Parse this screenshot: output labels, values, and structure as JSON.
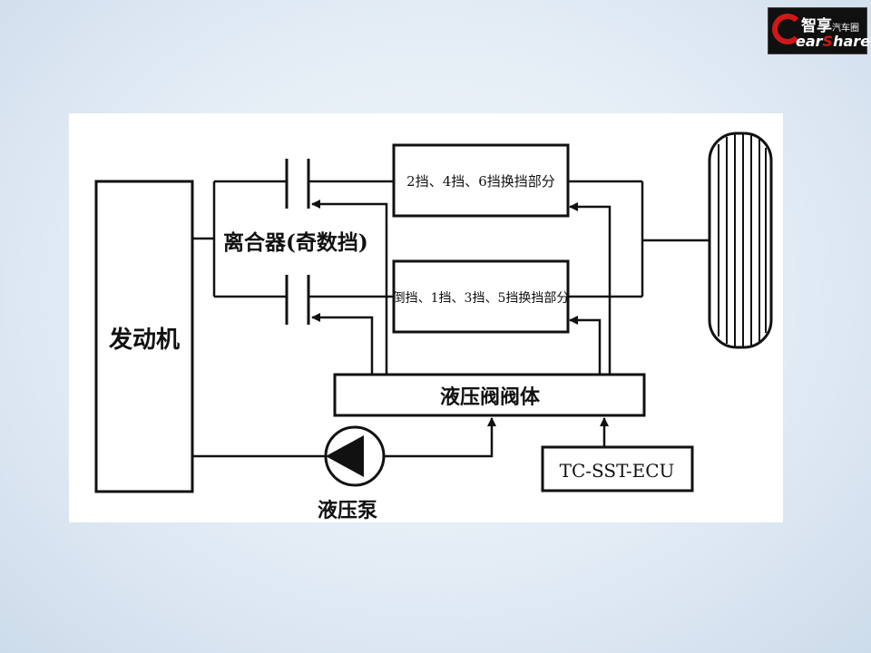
{
  "logo": {
    "chinese": "智享",
    "chinese_small": "汽车圈",
    "english_prefix": "ear",
    "english_highlight": "S",
    "english_suffix": "hare"
  },
  "diagram": {
    "engine": "发动机",
    "clutch": "离合器(奇数挡)",
    "gear_even": "2挡、4挡、6挡换挡部分",
    "gear_odd": "倒挡、1挡、3挡、5挡换挡部分",
    "valve_body": "液压阀阀体",
    "ecu": "TC-SST-ECU",
    "pump": "液压泵"
  }
}
